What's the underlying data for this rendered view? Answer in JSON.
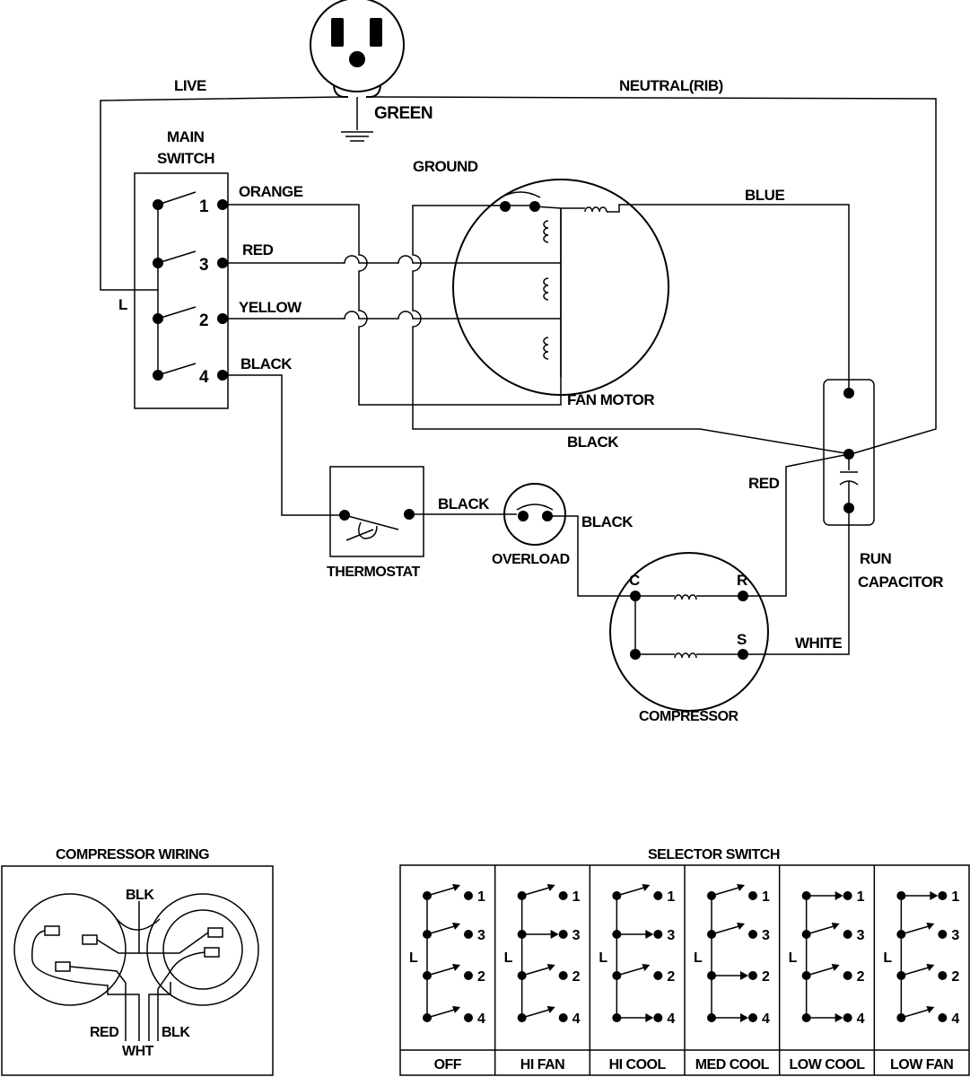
{
  "labels": {
    "live": "LIVE",
    "neutral": "NEUTRAL(RIB)",
    "green": "GREEN",
    "main_switch_1": "MAIN",
    "main_switch_2": "SWITCH",
    "ground": "GROUND",
    "l": "L",
    "orange": "ORANGE",
    "red": "RED",
    "yellow": "YELLOW",
    "black": "BLACK",
    "blue": "BLUE",
    "fan_motor": "FAN MOTOR",
    "black_fan": "BLACK",
    "thermostat": "THERMOSTAT",
    "black_therm": "BLACK",
    "overload": "OVERLOAD",
    "black_ol": "BLACK",
    "red_cap": "RED",
    "run_1": "RUN",
    "run_2": "CAPACITOR",
    "white": "WHITE",
    "compressor": "COMPRESSOR",
    "term_c": "C",
    "term_r": "R",
    "term_s": "S"
  },
  "switch_terminals": [
    "1",
    "3",
    "2",
    "4"
  ],
  "compressor_wiring": {
    "title": "COMPRESSOR WIRING",
    "blk_top": "BLK",
    "red": "RED",
    "blk_bottom": "BLK",
    "wht": "WHT"
  },
  "selector_switch": {
    "title": "SELECTOR SWITCH",
    "l": "L",
    "terminals": [
      "1",
      "3",
      "2",
      "4"
    ],
    "positions": [
      {
        "name": "OFF",
        "closed": [
          false,
          false,
          false,
          false
        ]
      },
      {
        "name": "HI FAN",
        "closed": [
          false,
          true,
          false,
          false
        ]
      },
      {
        "name": "HI COOL",
        "closed": [
          false,
          true,
          false,
          true
        ]
      },
      {
        "name": "MED COOL",
        "closed": [
          false,
          false,
          true,
          true
        ]
      },
      {
        "name": "LOW COOL",
        "closed": [
          true,
          false,
          false,
          true
        ]
      },
      {
        "name": "LOW FAN",
        "closed": [
          true,
          false,
          false,
          false
        ]
      }
    ]
  }
}
